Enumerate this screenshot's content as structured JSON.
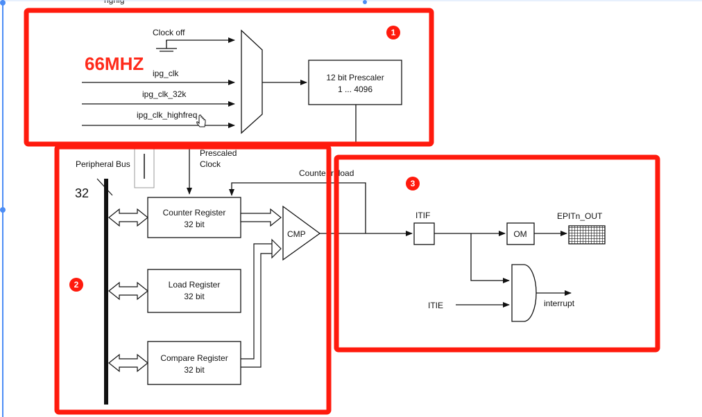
{
  "top_partial_text": "ngnig",
  "colors": {
    "annotation_red": "#ff1a0d",
    "box_stroke": "#222222",
    "text": "#111111",
    "selection_blue": "#4c8df6"
  },
  "annotations": {
    "box1_badge": "1",
    "box2_badge": "2",
    "box3_badge": "3",
    "freq_label": "66MHZ"
  },
  "clock_mux": {
    "inputs": [
      "Clock off",
      "ipg_clk",
      "ipg_clk_32k",
      "ipg_clk_highfreq"
    ],
    "prescaler_line1": "12 bit Prescaler",
    "prescaler_line2": "1 ... 4096"
  },
  "registers": {
    "bus_label": "Peripheral Bus",
    "bus_width": "32",
    "prescaled_line1": "Prescaled",
    "prescaled_line2": "Clock",
    "counter_line1": "Counter Register",
    "counter_line2": "32 bit",
    "load_line1": "Load Register",
    "load_line2": "32 bit",
    "compare_line1": "Compare Register",
    "compare_line2": "32 bit",
    "cmp": "CMP",
    "counter_reload": "Counter reload"
  },
  "output": {
    "itif": "ITIF",
    "om": "OM",
    "epit_out": "EPITn_OUT",
    "itie": "ITIE",
    "interrupt": "interrupt"
  },
  "cursor_icon": "hand-pointer-icon"
}
